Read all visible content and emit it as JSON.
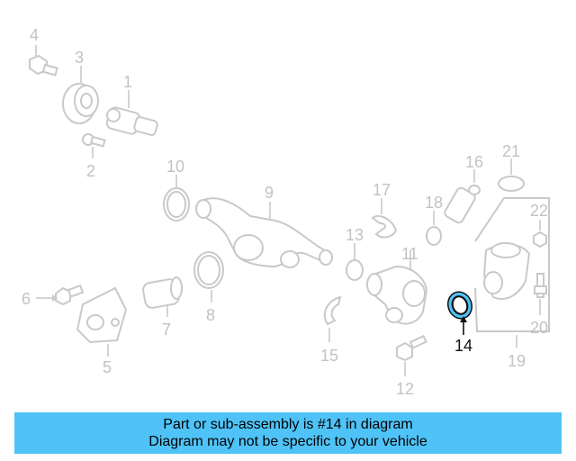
{
  "diagram": {
    "highlighted_part": "14",
    "highlight_color": "#4fc3f7",
    "callouts": [
      "1",
      "2",
      "3",
      "4",
      "5",
      "6",
      "7",
      "8",
      "9",
      "10",
      "11",
      "12",
      "13",
      "14",
      "15",
      "16",
      "17",
      "18",
      "19",
      "20",
      "21",
      "22"
    ]
  },
  "info_bar": {
    "line1": "Part or sub-assembly is #14 in diagram",
    "line2": "Diagram may not be specific to your vehicle"
  }
}
